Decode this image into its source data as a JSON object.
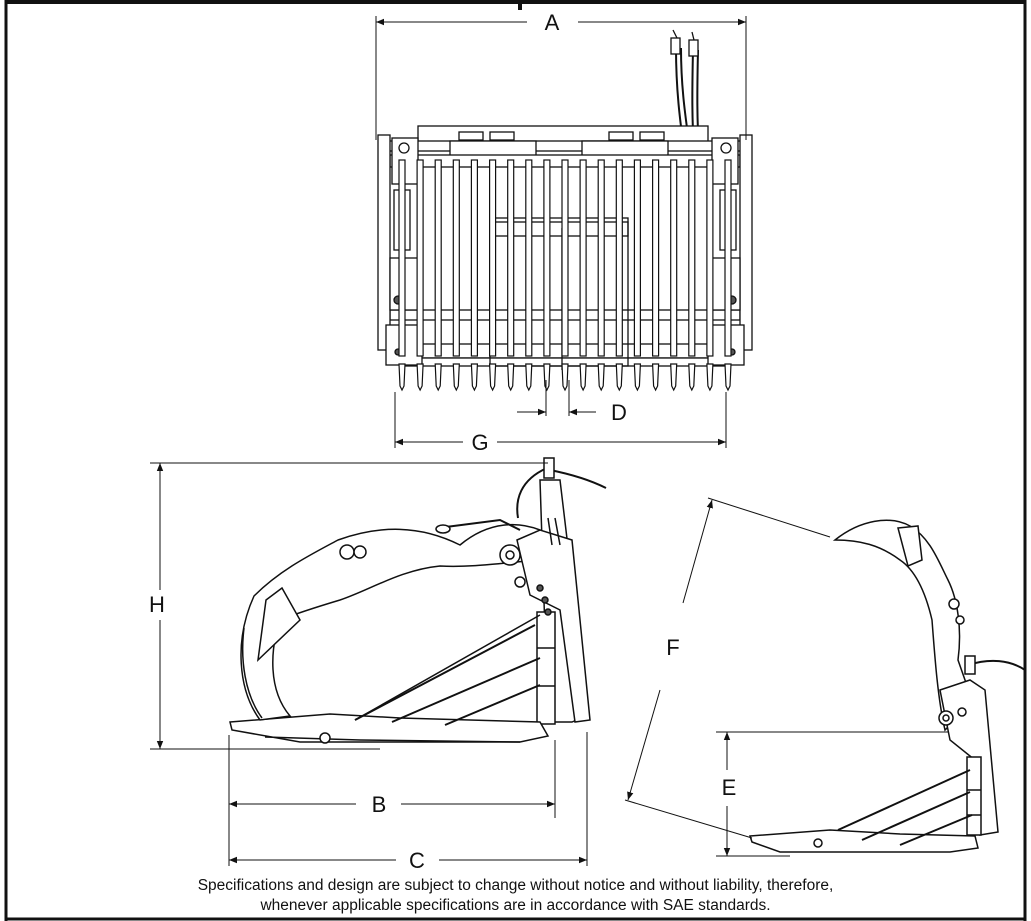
{
  "dimension_labels": {
    "A": "A",
    "B": "B",
    "C": "C",
    "D": "D",
    "E": "E",
    "F": "F",
    "G": "G",
    "H": "H"
  },
  "footer": {
    "line1": "Specifications and design are subject to change without notice and without liability, therefore,",
    "line2": "whenever applicable specifications are in accordance with SAE standards."
  },
  "colors": {
    "ink": "#111111",
    "steel_fill": "#ffffff",
    "shade": "#555555"
  }
}
